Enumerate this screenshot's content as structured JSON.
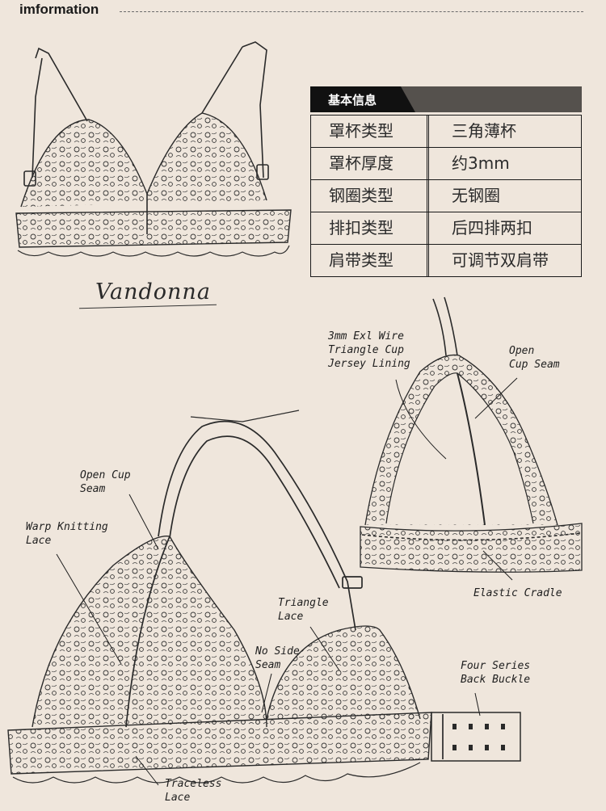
{
  "header": {
    "title": "imformation"
  },
  "info_table": {
    "heading": "基本信息",
    "rows": [
      {
        "key": "罩杯类型",
        "value": "三角薄杯"
      },
      {
        "key": "罩杯厚度",
        "value": "约3mm"
      },
      {
        "key": "钢圈类型",
        "value": "无钢圈"
      },
      {
        "key": "排扣类型",
        "value": "后四排两扣"
      },
      {
        "key": "肩带类型",
        "value": "可调节双肩带"
      }
    ]
  },
  "signature": "Vandonna",
  "callouts": {
    "exl_wire": "3mm Exl Wire\nTriangle Cup\nJersey Lining",
    "open_cup_seam_right": "Open\nCup Seam",
    "elastic_cradle": "Elastic Cradle",
    "open_cup_seam_left": "Open Cup\nSeam",
    "warp_knitting": "Warp Knitting\nLace",
    "triangle_lace": "Triangle\nLace",
    "no_side_seam": "No Side\nSeam",
    "four_series": "Four Series\nBack Buckle",
    "traceless": "Traceless\nLace"
  }
}
